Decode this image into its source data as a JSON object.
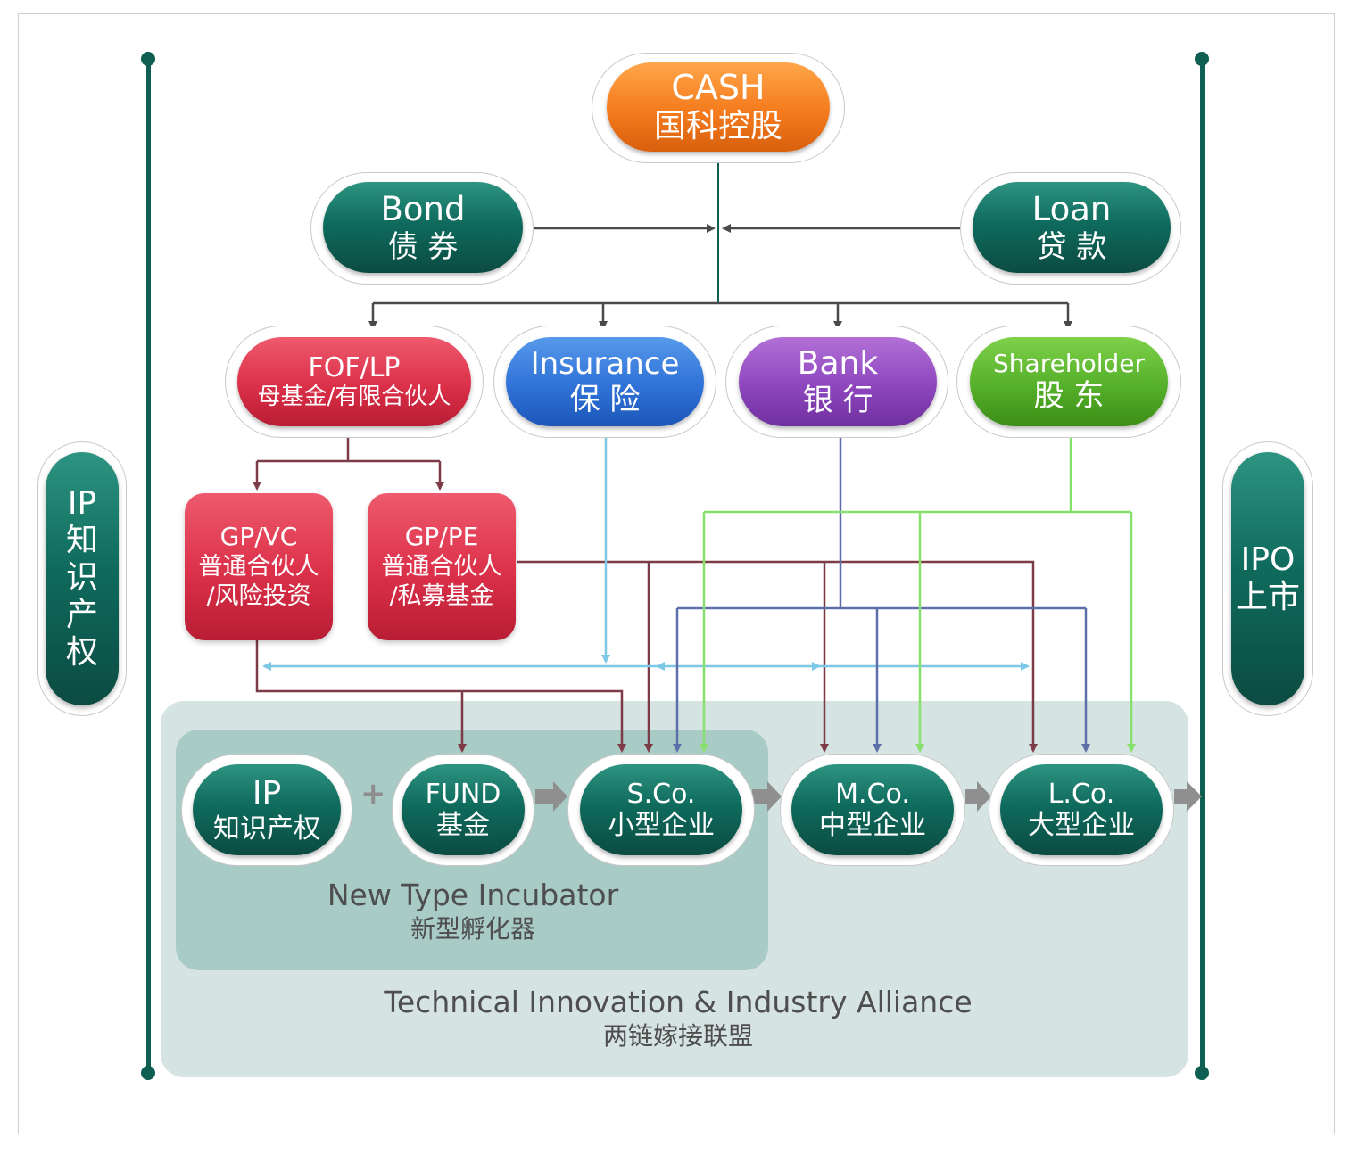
{
  "cash": {
    "en": "CASH",
    "zh": "国科控股"
  },
  "bond": {
    "en": "Bond",
    "zh": "债 券"
  },
  "loan": {
    "en": "Loan",
    "zh": "贷 款"
  },
  "fof": {
    "en": "FOF/LP",
    "zh": "母基金/有限合伙人"
  },
  "insurance": {
    "en": "Insurance",
    "zh": "保 险"
  },
  "bank": {
    "en": "Bank",
    "zh": "银 行"
  },
  "shareholder": {
    "en": "Shareholder",
    "zh": "股 东"
  },
  "gpvc": {
    "en": "GP/VC",
    "zh1": "普通合伙人",
    "zh2": "/风险投资"
  },
  "gppe": {
    "en": "GP/PE",
    "zh1": "普通合伙人",
    "zh2": "/私募基金"
  },
  "ip_node": {
    "en": "IP",
    "zh": "知识产权"
  },
  "fund": {
    "en": "FUND",
    "zh": "基金"
  },
  "sco": {
    "en": "S.Co.",
    "zh": "小型企业"
  },
  "mco": {
    "en": "M.Co.",
    "zh": "中型企业"
  },
  "lco": {
    "en": "L.Co.",
    "zh": "大型企业"
  },
  "plus": "+",
  "incubator": {
    "en": "New Type Incubator",
    "zh": "新型孵化器"
  },
  "alliance": {
    "en": "Technical Innovation & Industry Alliance",
    "zh": "两链嫁接联盟"
  },
  "left_side": {
    "en": "IP",
    "zh": [
      "知",
      "识",
      "产",
      "权"
    ]
  },
  "right_side": {
    "en": "IPO",
    "zh": "上市"
  },
  "colors": {
    "teal": "#0f6b5d",
    "orange": "#f47b1d",
    "red": "#db3049",
    "blue": "#2f72d8",
    "purple": "#8e46bf",
    "green": "#55b02a",
    "line_dark": "#4a4a4a",
    "line_maroon": "#7d3a47",
    "line_sky": "#7cc8e6",
    "line_slate": "#5c6fa8",
    "line_lime": "#86e06c",
    "flow_arrow": "#8f8f8f"
  }
}
